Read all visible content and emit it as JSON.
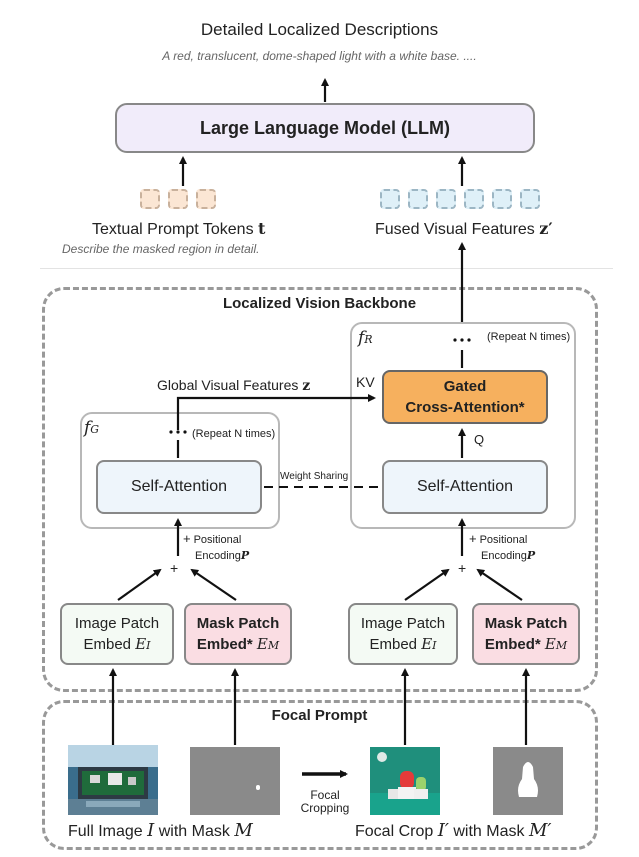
{
  "header": {
    "title": "Detailed Localized Descriptions",
    "example": "A red, translucent, dome-shaped light with a white base. ...."
  },
  "llm": {
    "label": "Large Language Model (LLM)"
  },
  "tokens": {
    "textual_label": "Textual Prompt Tokens",
    "textual_symbol": "t",
    "textual_example": "Describe the masked region in detail.",
    "fused_label": "Fused Visual Features",
    "fused_symbol": "z′"
  },
  "backbone": {
    "title": "Localized Vision Backbone",
    "fg_label": "f",
    "fg_sub": "G",
    "fr_label": "f",
    "fr_sub": "R",
    "repeat": "(Repeat N times)",
    "repeat_r": "(Repeat N times)",
    "global_features": "Global Visual Features",
    "global_symbol": "z",
    "kv": "KV",
    "q": "Q",
    "gated_line1": "Gated",
    "gated_line2": "Cross-Attention*",
    "self_attention_left": "Self-Attention",
    "self_attention_right": "Self-Attention",
    "weight_sharing": "Weight Sharing",
    "pos_plus": "+",
    "pos_line1": "Positional",
    "pos_line2": "Encoding",
    "pos_symbol": "P",
    "sum_plus": "+",
    "image_patch_1": "Image Patch",
    "image_patch_2": "Embed",
    "image_patch_sym": "E",
    "image_patch_sub": "I",
    "mask_patch_1": "Mask Patch",
    "mask_patch_2": "Embed*",
    "mask_patch_sym": "E",
    "mask_patch_sub": "M"
  },
  "focal": {
    "title": "Focal Prompt",
    "cropping_1": "Focal",
    "cropping_2": "Cropping",
    "left_caption_a": "Full Image",
    "left_caption_sym1": "I",
    "left_caption_b": "with Mask",
    "left_caption_sym2": "M",
    "right_caption_a": "Focal Crop",
    "right_caption_sym1": "I′",
    "right_caption_b": "with Mask",
    "right_caption_sym2": "M′"
  },
  "colors": {
    "llm_fill": "#f1ecfa",
    "gated_fill": "#f6b05e",
    "self_attention_fill": "#eef5fb",
    "mask_embed_fill": "#fadde3",
    "image_embed_fill": "#f4faf4",
    "textual_token_fill": "#fbe6d4",
    "fused_token_fill": "#dff0f8"
  }
}
